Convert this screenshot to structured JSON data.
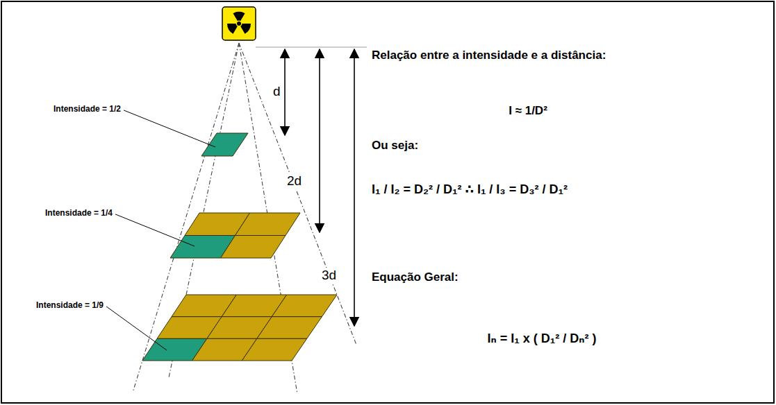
{
  "diagram": {
    "labels": [
      "Intensidade = 1/2",
      "d",
      "2d",
      "Intensidade = 1/4",
      "3d",
      "Intensidade = 1/9",
      "Relação entre a intensidade e a distância:",
      "I ≈ 1/D²",
      "Ou seja:",
      "I₁ / I₂ = D₂² / D₁² ∴ I₁ / I₃ = D₃² / D₁²",
      "Equação Geral:",
      "Iₙ = I₁ x ( D₁² / Dₙ² )"
    ]
  }
}
